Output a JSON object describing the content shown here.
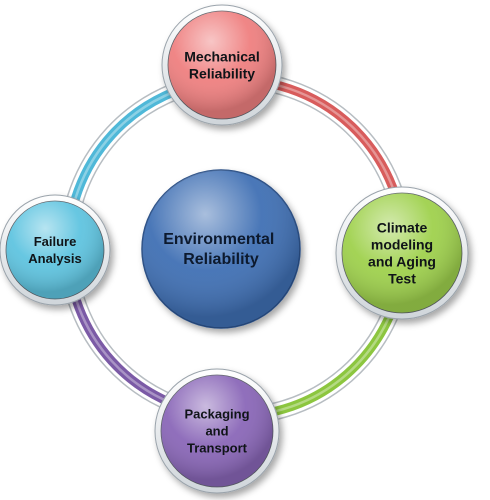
{
  "center": {
    "lines": [
      "Environmental",
      "Reliability"
    ],
    "color": "#4b7fc4"
  },
  "nodes": [
    {
      "id": "mechanical",
      "lines": [
        "Mechanical",
        "Reliability"
      ],
      "color": "#ef8080"
    },
    {
      "id": "climate",
      "lines": [
        "Climate",
        "modeling",
        "and Aging",
        "Test"
      ],
      "color": "#9fd14d"
    },
    {
      "id": "packaging",
      "lines": [
        "Packaging",
        "and",
        "Transport"
      ],
      "color": "#8a67b8"
    },
    {
      "id": "failure",
      "lines": [
        "Failure",
        "Analysis"
      ],
      "color": "#5fc4e0"
    }
  ],
  "arcs": [
    {
      "from": "mechanical",
      "to": "climate",
      "color": "#d85c5c"
    },
    {
      "from": "climate",
      "to": "packaging",
      "color": "#8cc63f"
    },
    {
      "from": "packaging",
      "to": "failure",
      "color": "#7b5aa6"
    },
    {
      "from": "failure",
      "to": "mechanical",
      "color": "#4fb8d8"
    }
  ]
}
